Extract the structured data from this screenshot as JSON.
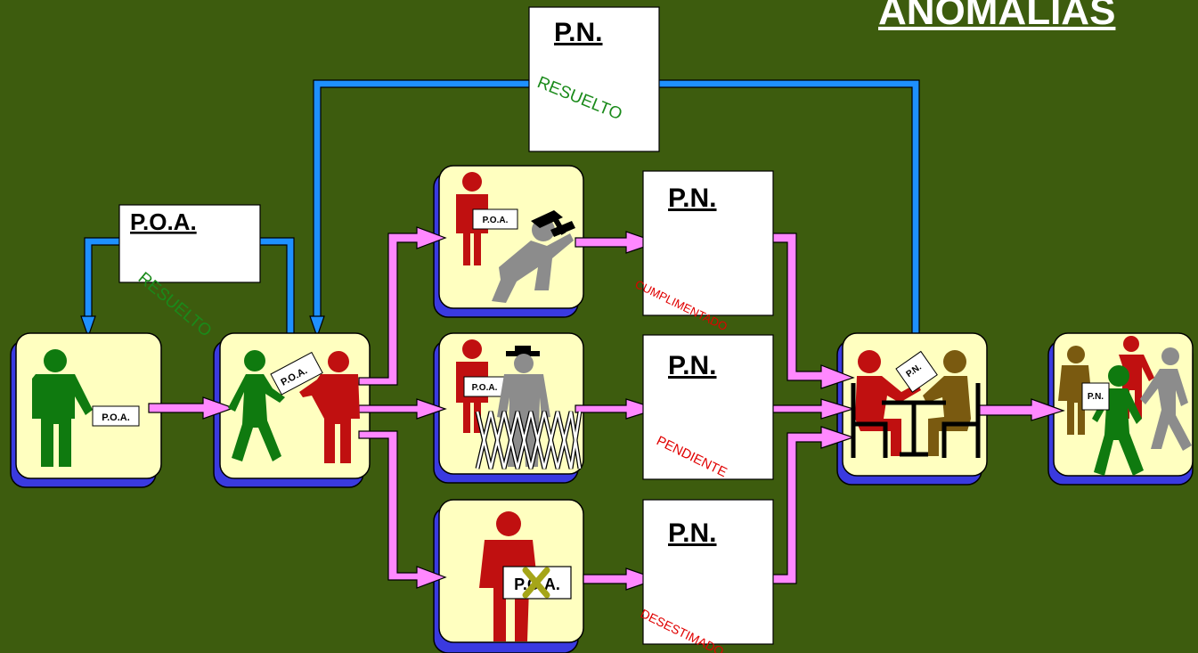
{
  "title": "ANOMALIAS",
  "documents": {
    "top": {
      "header": "P.N.",
      "status": "RESUELTO"
    },
    "left": {
      "header": "P.O.A.",
      "status": "RESUELTO"
    },
    "pn_1": {
      "header": "P.N.",
      "status": "CUMPLIMENTADO"
    },
    "pn_2": {
      "header": "P.N.",
      "status": "PENDIENTE"
    },
    "pn_3": {
      "header": "P.N.",
      "status": "DESESTIMADO"
    }
  },
  "tags": {
    "start": "P.O.A.",
    "handover": "P.O.A.",
    "repair": "P.O.A.",
    "blocked": "P.O.A.",
    "rejected": "P.O.A.",
    "review": "P.N.",
    "final": "P.N."
  },
  "colors": {
    "background": "#3d5c0e",
    "panel": "#ffffc0",
    "panel_shadow": "#3a3ae0",
    "arrow_flow": "#ff88ff",
    "arrow_return": "#1e90ff",
    "person_green": "#0f7a0f",
    "person_red": "#c01010",
    "person_gray": "#8c8c8c",
    "person_brown": "#7a5a10",
    "status_green": "#1a8a1a",
    "status_red": "#e00000"
  }
}
